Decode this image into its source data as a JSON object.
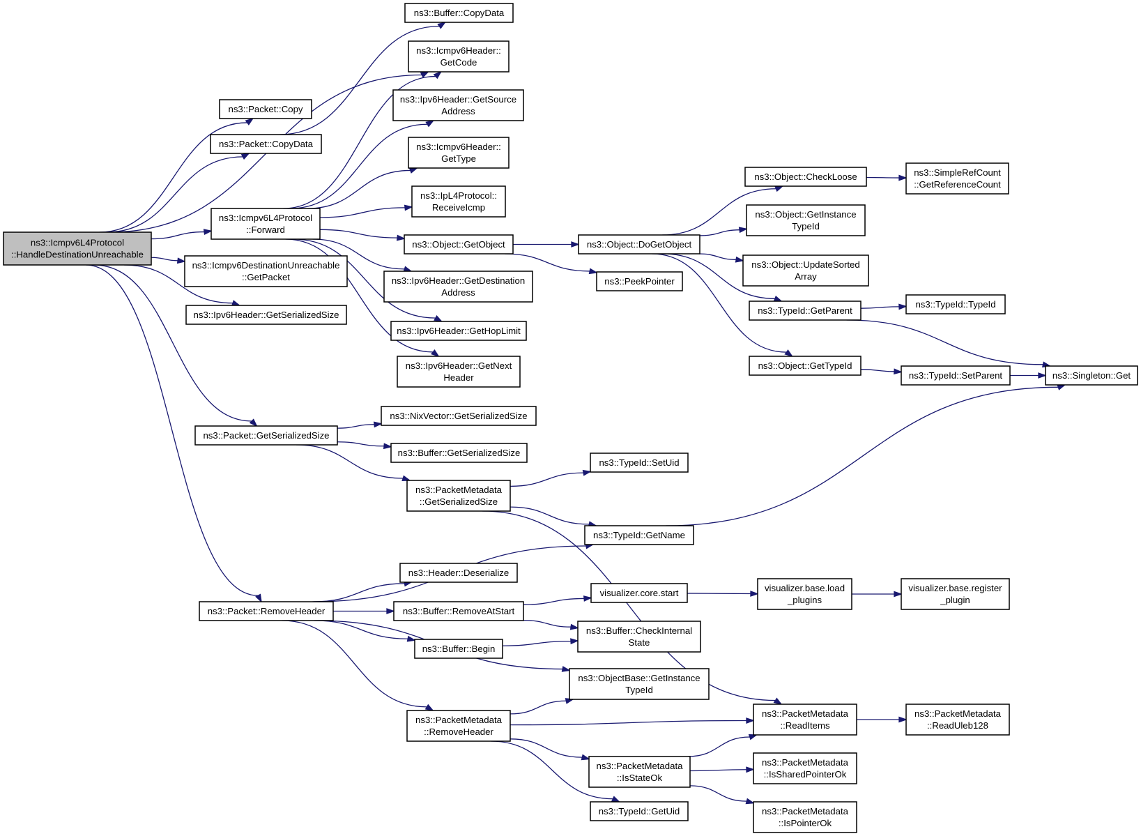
{
  "nodes": [
    {
      "id": "root",
      "lines": [
        "ns3::Icmpv6L4Protocol",
        "::HandleDestinationUnreachable"
      ],
      "highlighted": true
    },
    {
      "id": "packet_copy",
      "lines": [
        "ns3::Packet::Copy"
      ]
    },
    {
      "id": "packet_copydata",
      "lines": [
        "ns3::Packet::CopyData"
      ]
    },
    {
      "id": "forward",
      "lines": [
        "ns3::Icmpv6L4Protocol",
        "::Forward"
      ]
    },
    {
      "id": "du_getpacket",
      "lines": [
        "ns3::Icmpv6DestinationUnreachable",
        "::GetPacket"
      ]
    },
    {
      "id": "ipv6_getserializedsize",
      "lines": [
        "ns3::Ipv6Header::GetSerializedSize"
      ]
    },
    {
      "id": "packet_getserializedsize",
      "lines": [
        "ns3::Packet::GetSerializedSize"
      ]
    },
    {
      "id": "packet_removeheader",
      "lines": [
        "ns3::Packet::RemoveHeader"
      ]
    },
    {
      "id": "buffer_copydata",
      "lines": [
        "ns3::Buffer::CopyData"
      ]
    },
    {
      "id": "icmpv6_getcode",
      "lines": [
        "ns3::Icmpv6Header::",
        "GetCode"
      ]
    },
    {
      "id": "ipv6_getsource",
      "lines": [
        "ns3::Ipv6Header::GetSource",
        "Address"
      ]
    },
    {
      "id": "icmpv6_gettype",
      "lines": [
        "ns3::Icmpv6Header::",
        "GetType"
      ]
    },
    {
      "id": "ipl4_receiveicmp",
      "lines": [
        "ns3::IpL4Protocol::",
        "ReceiveIcmp"
      ]
    },
    {
      "id": "object_getobject",
      "lines": [
        "ns3::Object::GetObject"
      ]
    },
    {
      "id": "ipv6_getdestination",
      "lines": [
        "ns3::Ipv6Header::GetDestination",
        "Address"
      ]
    },
    {
      "id": "ipv6_gethoplimit",
      "lines": [
        "ns3::Ipv6Header::GetHopLimit"
      ]
    },
    {
      "id": "ipv6_getnextheader",
      "lines": [
        "ns3::Ipv6Header::GetNext",
        "Header"
      ]
    },
    {
      "id": "object_dogetobject",
      "lines": [
        "ns3::Object::DoGetObject"
      ]
    },
    {
      "id": "peekpointer",
      "lines": [
        "ns3::PeekPointer"
      ]
    },
    {
      "id": "object_checkloose",
      "lines": [
        "ns3::Object::CheckLoose"
      ]
    },
    {
      "id": "simplerefcount",
      "lines": [
        "ns3::SimpleRefCount",
        "::GetReferenceCount"
      ]
    },
    {
      "id": "object_getinstancetypeid",
      "lines": [
        "ns3::Object::GetInstance",
        "TypeId"
      ]
    },
    {
      "id": "object_updatesorted",
      "lines": [
        "ns3::Object::UpdateSorted",
        "Array"
      ]
    },
    {
      "id": "typeid_getparent",
      "lines": [
        "ns3::TypeId::GetParent"
      ]
    },
    {
      "id": "typeid_typeid",
      "lines": [
        "ns3::TypeId::TypeId"
      ]
    },
    {
      "id": "object_gettypeid",
      "lines": [
        "ns3::Object::GetTypeId"
      ]
    },
    {
      "id": "typeid_setparent",
      "lines": [
        "ns3::TypeId::SetParent"
      ]
    },
    {
      "id": "singleton_get",
      "lines": [
        "ns3::Singleton::Get"
      ]
    },
    {
      "id": "nixvector_getserializedsize",
      "lines": [
        "ns3::NixVector::GetSerializedSize"
      ]
    },
    {
      "id": "buffer_getserializedsize",
      "lines": [
        "ns3::Buffer::GetSerializedSize"
      ]
    },
    {
      "id": "pm_getserializedsize",
      "lines": [
        "ns3::PacketMetadata",
        "::GetSerializedSize"
      ]
    },
    {
      "id": "typeid_setuid",
      "lines": [
        "ns3::TypeId::SetUid"
      ]
    },
    {
      "id": "typeid_getname",
      "lines": [
        "ns3::TypeId::GetName"
      ]
    },
    {
      "id": "header_deserialize",
      "lines": [
        "ns3::Header::Deserialize"
      ]
    },
    {
      "id": "buffer_removeatstart",
      "lines": [
        "ns3::Buffer::RemoveAtStart"
      ]
    },
    {
      "id": "buffer_begin",
      "lines": [
        "ns3::Buffer::Begin"
      ]
    },
    {
      "id": "visualizer_core_start",
      "lines": [
        "visualizer.core.start"
      ]
    },
    {
      "id": "visualizer_load_plugins",
      "lines": [
        "visualizer.base.load",
        "_plugins"
      ]
    },
    {
      "id": "visualizer_register_plugin",
      "lines": [
        "visualizer.base.register",
        "_plugin"
      ]
    },
    {
      "id": "buffer_checkinternalstate",
      "lines": [
        "ns3::Buffer::CheckInternal",
        "State"
      ]
    },
    {
      "id": "objectbase_getinstancetypeid",
      "lines": [
        "ns3::ObjectBase::GetInstance",
        "TypeId"
      ]
    },
    {
      "id": "pm_removeheader",
      "lines": [
        "ns3::PacketMetadata",
        "::RemoveHeader"
      ]
    },
    {
      "id": "pm_readitems",
      "lines": [
        "ns3::PacketMetadata",
        "::ReadItems"
      ]
    },
    {
      "id": "pm_readuleb128",
      "lines": [
        "ns3::PacketMetadata",
        "::ReadUleb128"
      ]
    },
    {
      "id": "pm_isstateok",
      "lines": [
        "ns3::PacketMetadata",
        "::IsStateOk"
      ]
    },
    {
      "id": "pm_issharedpointerok",
      "lines": [
        "ns3::PacketMetadata",
        "::IsSharedPointerOk"
      ]
    },
    {
      "id": "pm_ispointerok",
      "lines": [
        "ns3::PacketMetadata",
        "::IsPointerOk"
      ]
    },
    {
      "id": "typeid_getuid",
      "lines": [
        "ns3::TypeId::GetUid"
      ]
    }
  ],
  "edges": [
    [
      "root",
      "packet_copy"
    ],
    [
      "root",
      "packet_copydata"
    ],
    [
      "root",
      "icmpv6_getcode"
    ],
    [
      "root",
      "forward"
    ],
    [
      "root",
      "du_getpacket"
    ],
    [
      "root",
      "ipv6_getserializedsize"
    ],
    [
      "root",
      "packet_getserializedsize"
    ],
    [
      "root",
      "packet_removeheader"
    ],
    [
      "packet_copydata",
      "buffer_copydata"
    ],
    [
      "forward",
      "icmpv6_getcode"
    ],
    [
      "forward",
      "ipv6_getsource"
    ],
    [
      "forward",
      "icmpv6_gettype"
    ],
    [
      "forward",
      "ipl4_receiveicmp"
    ],
    [
      "forward",
      "object_getobject"
    ],
    [
      "forward",
      "ipv6_getdestination"
    ],
    [
      "forward",
      "ipv6_gethoplimit"
    ],
    [
      "forward",
      "ipv6_getnextheader"
    ],
    [
      "object_getobject",
      "object_dogetobject"
    ],
    [
      "object_getobject",
      "peekpointer"
    ],
    [
      "object_dogetobject",
      "object_checkloose"
    ],
    [
      "object_dogetobject",
      "object_getinstancetypeid"
    ],
    [
      "object_dogetobject",
      "object_updatesorted"
    ],
    [
      "object_dogetobject",
      "typeid_getparent"
    ],
    [
      "object_dogetobject",
      "object_gettypeid"
    ],
    [
      "object_checkloose",
      "simplerefcount"
    ],
    [
      "typeid_getparent",
      "typeid_typeid"
    ],
    [
      "typeid_getparent",
      "singleton_get"
    ],
    [
      "object_gettypeid",
      "typeid_setparent"
    ],
    [
      "typeid_setparent",
      "singleton_get"
    ],
    [
      "packet_getserializedsize",
      "nixvector_getserializedsize"
    ],
    [
      "packet_getserializedsize",
      "buffer_getserializedsize"
    ],
    [
      "packet_getserializedsize",
      "pm_getserializedsize"
    ],
    [
      "pm_getserializedsize",
      "typeid_setuid"
    ],
    [
      "pm_getserializedsize",
      "typeid_getname"
    ],
    [
      "pm_getserializedsize",
      "pm_readitems"
    ],
    [
      "typeid_getname",
      "singleton_get"
    ],
    [
      "packet_removeheader",
      "typeid_getname"
    ],
    [
      "packet_removeheader",
      "header_deserialize"
    ],
    [
      "packet_removeheader",
      "buffer_removeatstart"
    ],
    [
      "packet_removeheader",
      "buffer_begin"
    ],
    [
      "packet_removeheader",
      "objectbase_getinstancetypeid"
    ],
    [
      "packet_removeheader",
      "pm_removeheader"
    ],
    [
      "buffer_removeatstart",
      "visualizer_core_start"
    ],
    [
      "buffer_removeatstart",
      "buffer_checkinternalstate"
    ],
    [
      "buffer_begin",
      "buffer_checkinternalstate"
    ],
    [
      "visualizer_core_start",
      "visualizer_load_plugins"
    ],
    [
      "visualizer_load_plugins",
      "visualizer_register_plugin"
    ],
    [
      "pm_removeheader",
      "objectbase_getinstancetypeid"
    ],
    [
      "pm_removeheader",
      "pm_readitems"
    ],
    [
      "pm_removeheader",
      "pm_isstateok"
    ],
    [
      "pm_removeheader",
      "typeid_getuid"
    ],
    [
      "pm_readitems",
      "pm_readuleb128"
    ],
    [
      "pm_isstateok",
      "pm_readitems"
    ],
    [
      "pm_isstateok",
      "pm_issharedpointerok"
    ],
    [
      "pm_isstateok",
      "pm_ispointerok"
    ]
  ]
}
